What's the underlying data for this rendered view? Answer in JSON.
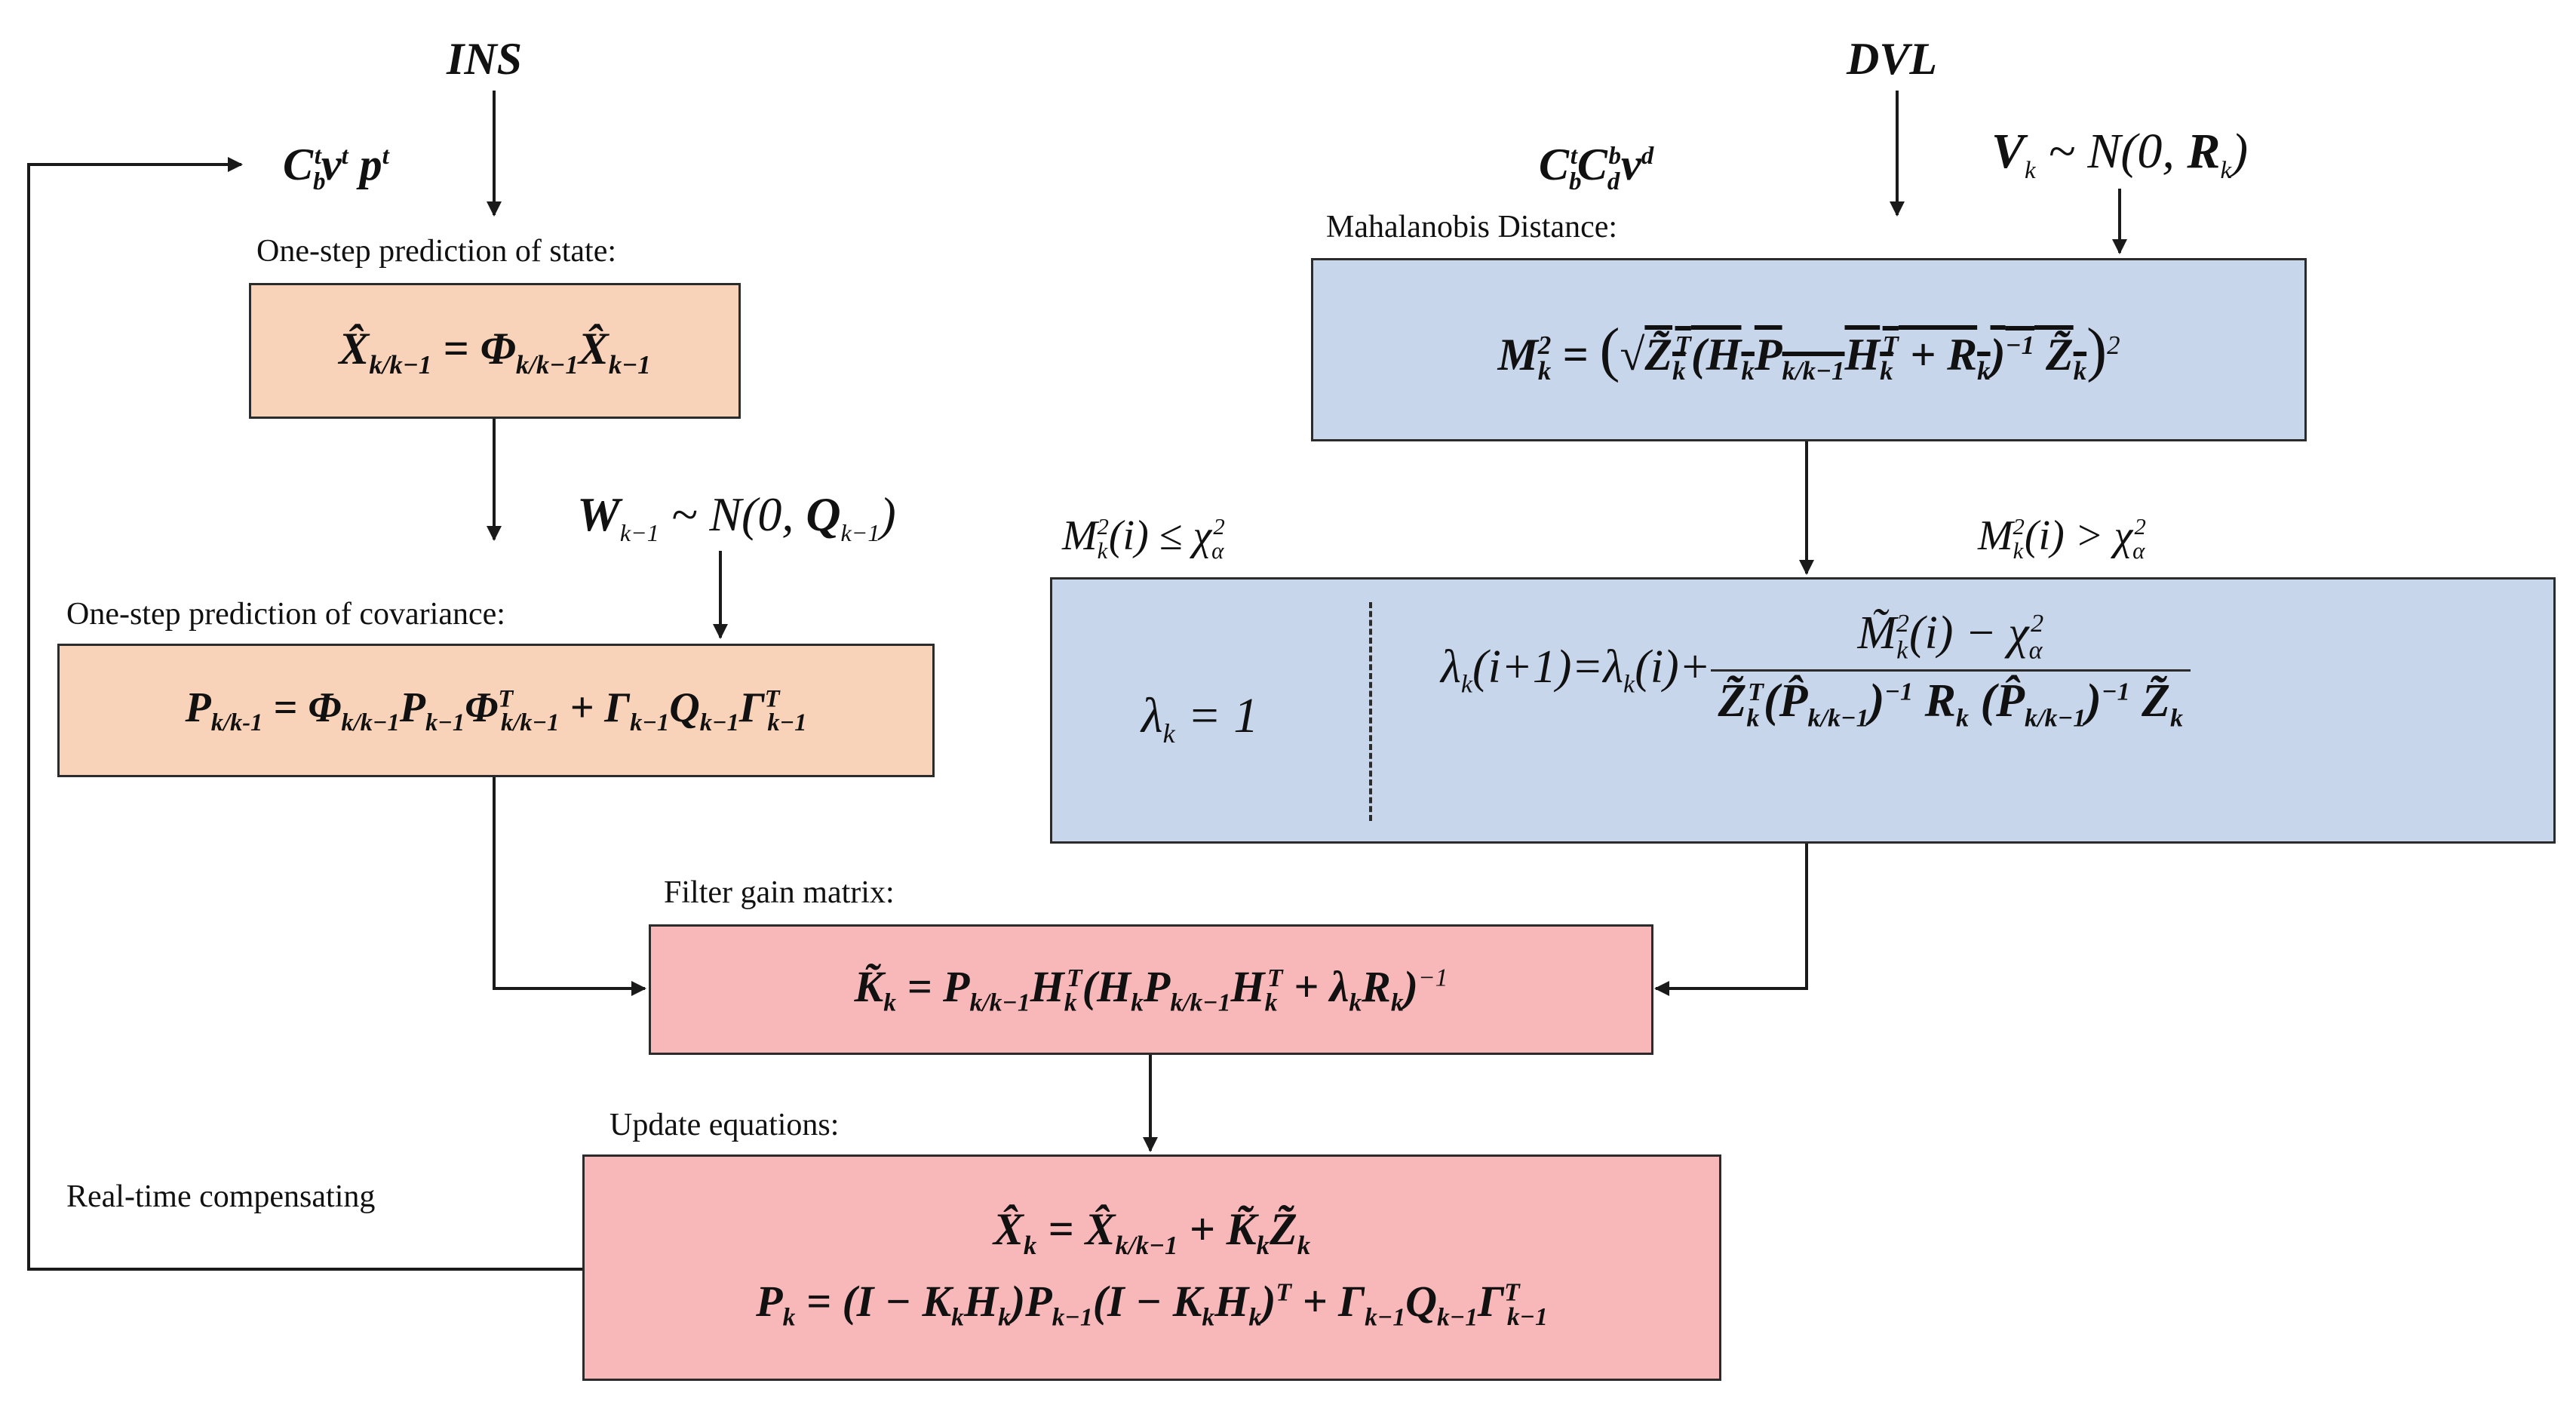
{
  "inputs": {
    "ins_label": "INS",
    "dvl_label": "DVL",
    "ins_states": "C_b^t v^t p^t",
    "dvl_velocity": "C_b^t C_d^b v^d",
    "measurement_noise": "V_k ~ N(0, R_k)",
    "process_noise": "W_{k-1} ~ N(0, Q_{k-1})"
  },
  "blocks": {
    "state_prediction": {
      "caption": "One-step prediction of state:",
      "equation": "X̂_{k/k−1} = Φ_{k/k−1} X̂_{k−1}"
    },
    "covariance_prediction": {
      "caption": "One-step prediction of covariance:",
      "equation": "P_{k/k-1} = Φ_{k/k−1} P_{k−1} Φ^T_{k/k−1} + Γ_{k−1} Q_{k−1} Γ^T_{k−1}"
    },
    "mahalanobis": {
      "caption": "Mahalanobis Distance:",
      "equation": "M_k^2 = ( sqrt( Z̃_k^T ( H_k P_{k/k−1} H_k^T + R_k )^{−1} Z̃_k ) )^2"
    },
    "adaptive_factor": {
      "left_condition": "M_k^2(i) ≤ χ_α^2",
      "right_condition": "M_k^2(i) > χ_α^2",
      "left_equation": "λ_k = 1",
      "right_equation": "λ_k(i+1) = λ_k(i) + (M̃_k^2(i) − χ_α^2) / (Z̃_k^T (P̂_{k/k−1})^{−1} R_k (P̂_{k/k−1})^{−1} Z̃_k)"
    },
    "gain": {
      "caption": "Filter gain matrix:",
      "equation": "K̃_k = P_{k/k−1} H_k^T (H_k P_{k/k−1} H_k^T + λ_k R_k)^{−1}"
    },
    "update": {
      "caption": "Update equations:",
      "equation_state": "X̂_k = X̂_{k/k−1} + K̃_k Z̃_k",
      "equation_cov": "P_k = (I − K_k H_k) P_{k−1} (I − K_k H_k)^T + Γ_{k−1} Q_{k−1} Γ^T_{k−1}"
    }
  },
  "feedback_label": "Real-time compensating",
  "colors": {
    "orange_fill": "#f8d3b9",
    "blue_fill": "#c8d6ec",
    "red_fill": "#f8b8b9",
    "line": "#2b2b2b"
  }
}
